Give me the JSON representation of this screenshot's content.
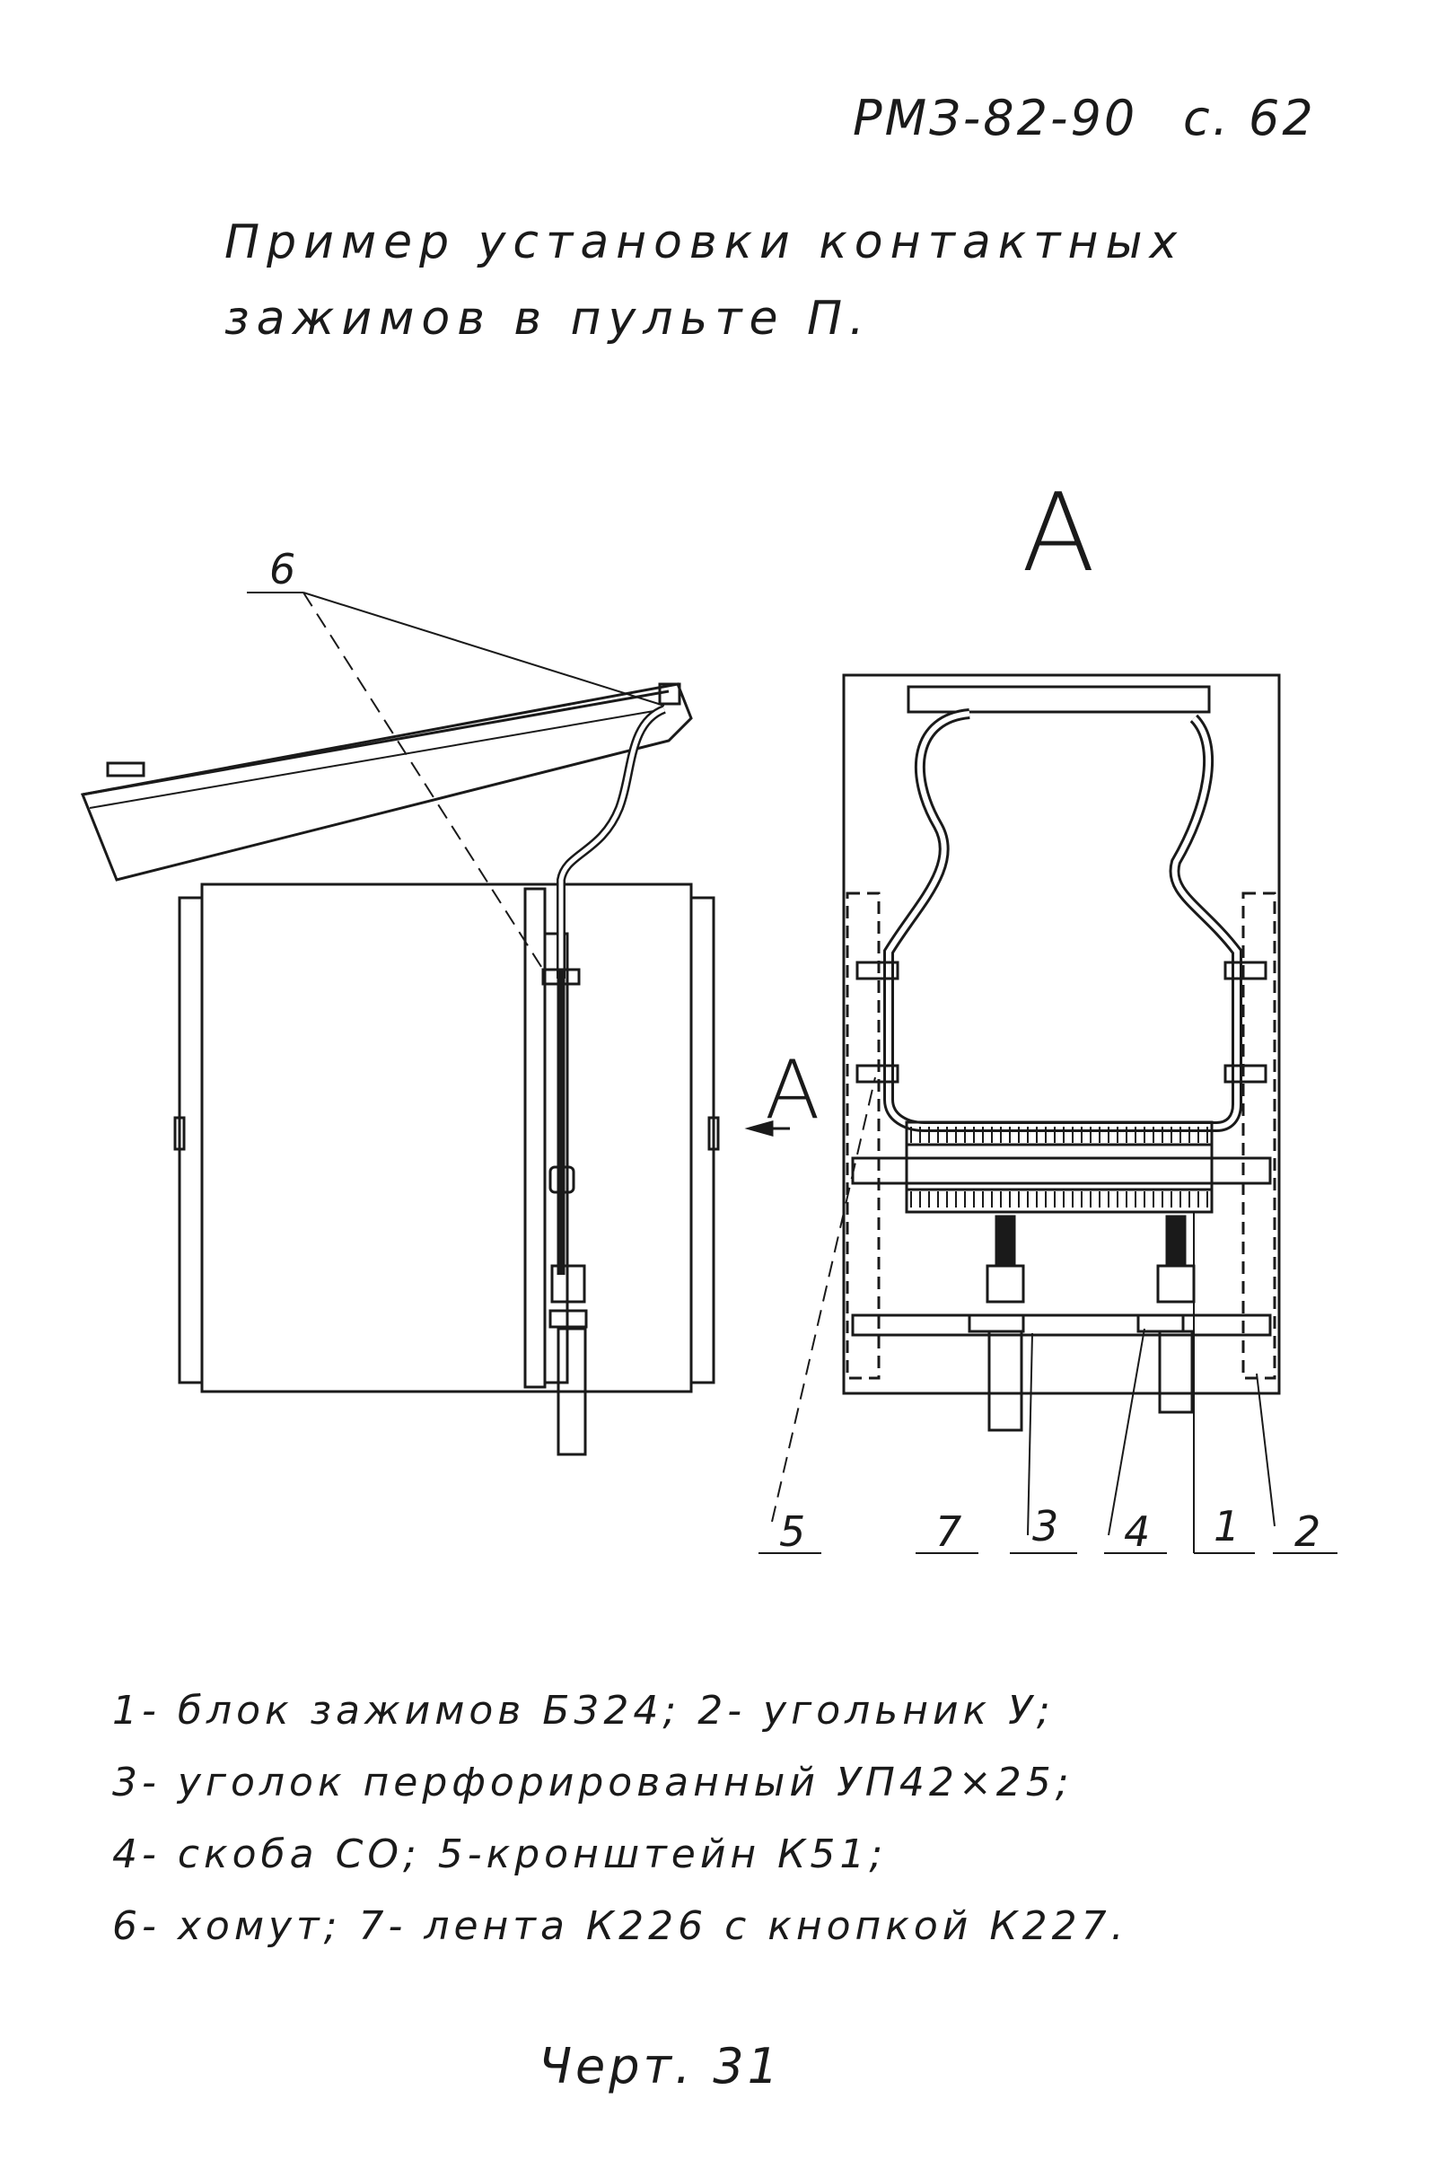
{
  "header": {
    "doc_code": "РМЗ-82-90",
    "page": "с. 62"
  },
  "title": {
    "line1": "Пример установки контактных",
    "line2": "зажимов в пульте П."
  },
  "drawing": {
    "view_label": "А",
    "arrow_label": "А",
    "callouts": {
      "c1": "1",
      "c2": "2",
      "c3": "3",
      "c4": "4",
      "c5": "5",
      "c6": "6",
      "c7": "7"
    }
  },
  "legend": {
    "line1": "1- блок зажимов Б324; 2- угольник У;",
    "line2": "3- уголок перфорированный УП42×25;",
    "line3": "4- скоба СО; 5-кронштейн К51;",
    "line4": "6- хомут; 7- лента К226 с кнопкой К227."
  },
  "caption": "Черт. 31"
}
